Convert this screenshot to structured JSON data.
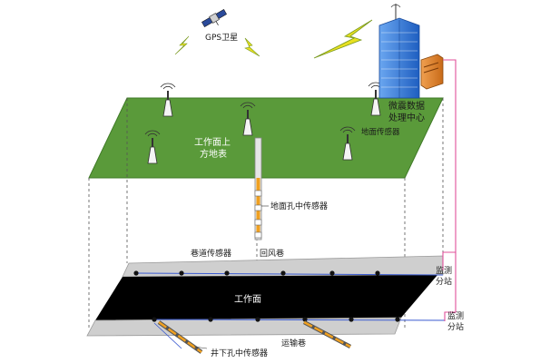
{
  "labels": {
    "gps_satellite": "GPS卫星",
    "data_center_line1": "微震数据",
    "data_center_line2": "处理中心",
    "surface_line1": "工作面上",
    "surface_line2": "方地表",
    "ground_sensor": "地面传感器",
    "surface_borehole_sensor": "地面孔中传感器",
    "roadway_sensor": "巷道传感器",
    "return_airway": "回风巷",
    "working_face": "工作面",
    "transport_roadway": "运输巷",
    "underground_borehole_sensor": "井下孔中传感器",
    "monitor_station_1_line1": "监测",
    "monitor_station_1_line2": "分站",
    "monitor_station_2_line1": "监测",
    "monitor_station_2_line2": "分站"
  },
  "colors": {
    "surface_green": "#5a9a3a",
    "working_face_black": "#000000",
    "roadway_gray": "#c8c8c8",
    "cable_pink": "#e0509a",
    "signal_yellow": "#e8e020",
    "borehole_orange": "#f0a020",
    "building_blue": "#3a7ad8",
    "server_orange": "#e88a30"
  },
  "icons": [
    "satellite-icon",
    "lightning-icon",
    "building-icon",
    "server-icon",
    "antenna-sensor-icon"
  ]
}
